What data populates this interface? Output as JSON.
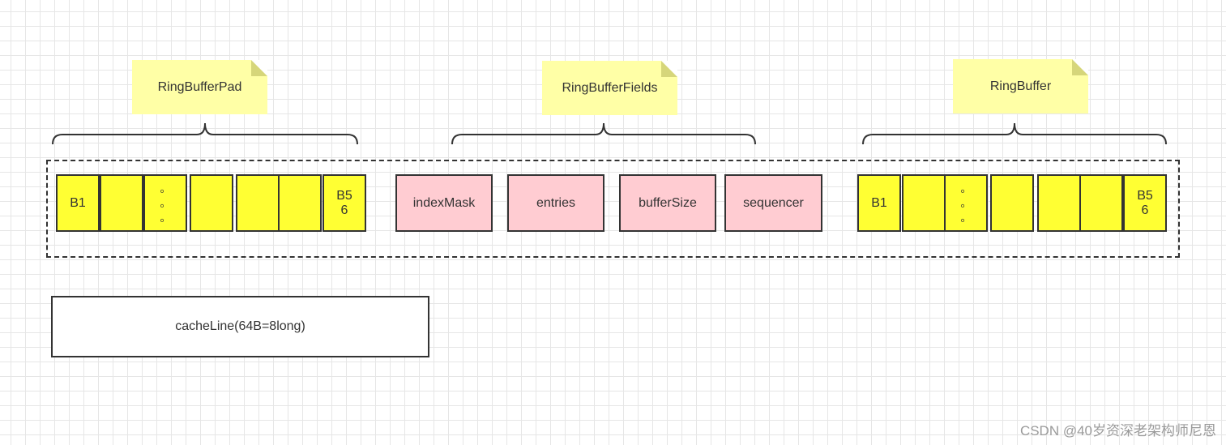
{
  "groups": [
    {
      "label": "RingBufferPad"
    },
    {
      "label": "RingBufferFields"
    },
    {
      "label": "RingBuffer"
    }
  ],
  "pad_left": {
    "first": "B1",
    "dots": [
      "。",
      "。",
      "。"
    ],
    "last": "B5\n6"
  },
  "fields": [
    "indexMask",
    "entries",
    "bufferSize",
    "sequencer"
  ],
  "pad_right": {
    "first": "B1",
    "dots": [
      "。",
      "。",
      "。"
    ],
    "last": "B5\n6"
  },
  "cacheline": {
    "label": "cacheLine(64B=8long)"
  },
  "watermark": "CSDN @40岁资深老架构师尼恩",
  "colors": {
    "note": "#ffffa6",
    "pad_cell": "#ffff33",
    "field_cell": "#ffccd2",
    "border": "#333333"
  }
}
